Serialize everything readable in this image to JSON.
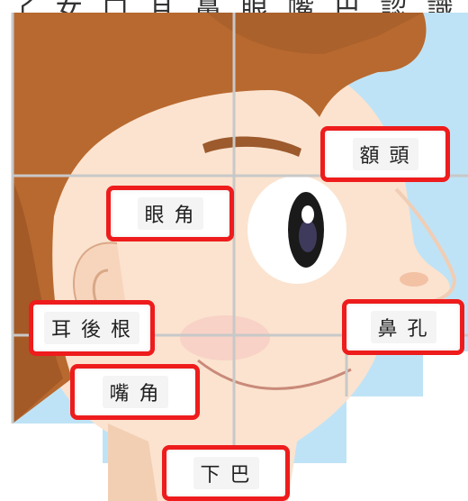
{
  "heading": "了 女 口 耳 鼻 眼 嘴 巴 認 識",
  "labels": {
    "forehead": "額 頭",
    "eye_corner": "眼 角",
    "behind_ear": "耳 後 根",
    "nostril": "鼻 孔",
    "mouth_corner": "嘴 角",
    "chin": "下 巴"
  },
  "colors": {
    "label_border": "#ee1c1c",
    "sky": "#bfe3f6",
    "skin": "#fbe3cf",
    "hair": "#b8692f",
    "grid": "#c8c8c8"
  },
  "icons": [
    "face-illustration",
    "eye-icon",
    "ear-icon",
    "nose-icon",
    "smile-icon",
    "hair-icon"
  ]
}
